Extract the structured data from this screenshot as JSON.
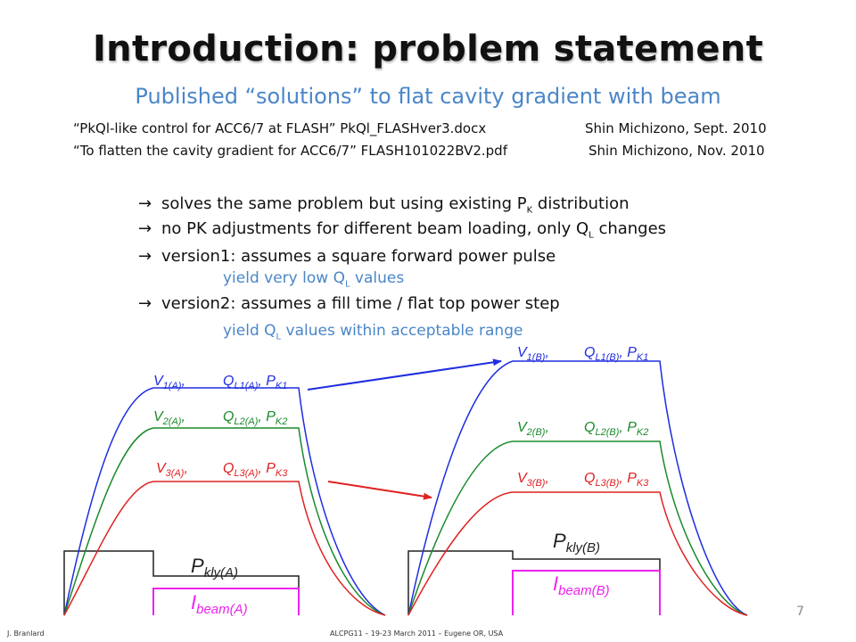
{
  "slide": {
    "title": "Introduction: problem statement",
    "subtitle": "Published “solutions” to flat cavity gradient with beam",
    "references": [
      {
        "doc": "“PkQl-like control for ACC6/7 at FLASH”  PkQl_FLASHver3.docx",
        "author": "Shin Michizono,  Sept. 2010"
      },
      {
        "doc": "“To flatten the cavity gradient for ACC6/7”  FLASH101022BV2.pdf",
        "author": "Shin Michizono,  Nov. 2010"
      }
    ],
    "bullets": {
      "arrow": "→",
      "b1": "solves the same problem but using existing P",
      "b1_sub": "K",
      "b1_tail": " distribution",
      "b2": "no PK adjustments for different beam loading, only Q",
      "b2_sub": "L",
      "b2_tail": " changes",
      "b3": "version1: assumes a square forward power pulse",
      "b4": "version2: assumes a fill time / flat top power step"
    },
    "notes": {
      "n1_pre": "yield very low Q",
      "n1_sub": "L",
      "n1_tail": " values",
      "n2_pre": "yield Q",
      "n2_sub": "L",
      "n2_tail": " values within acceptable range"
    },
    "footer": {
      "left": "J. Branlard",
      "center": "ALCPG11 – 19-23 March 2011 – Eugene OR, USA",
      "page": "7"
    }
  },
  "diagram_labels": {
    "a": {
      "v1": "V",
      "v1_sub": "1(A)",
      "q1": "Q",
      "q1_sub": "L1(A)",
      "p1": "P",
      "p1_sub": "K1",
      "v2": "V",
      "v2_sub": "2(A)",
      "q2": "Q",
      "q2_sub": "L2(A)",
      "p2": "P",
      "p2_sub": "K2",
      "v3": "V",
      "v3_sub": "3(A)",
      "q3": "Q",
      "q3_sub": "L3(A)",
      "p3": "P",
      "p3_sub": "K3",
      "pkly": "P",
      "pkly_sub": "kly(A)",
      "ibeam": "I",
      "ibeam_sub": "beam(A)"
    },
    "b": {
      "v1": "V",
      "v1_sub": "1(B)",
      "q1": "Q",
      "q1_sub": "L1(B)",
      "p1": "P",
      "p1_sub": "K1",
      "v2": "V",
      "v2_sub": "2(B)",
      "q2": "Q",
      "q2_sub": "L2(B)",
      "p2": "P",
      "p2_sub": "K2",
      "v3": "V",
      "v3_sub": "3(B)",
      "q3": "Q",
      "q3_sub": "L3(B)",
      "p3": "P",
      "p3_sub": "K3",
      "pkly": "P",
      "pkly_sub": "kly(B)",
      "ibeam": "I",
      "ibeam_sub": "beam(B)"
    },
    "colors": {
      "v1": "#1f2de0",
      "v2": "#1a8a2a",
      "v3": "#e02020",
      "pkly": "#222222",
      "ibeam": "#ee22ee"
    }
  }
}
